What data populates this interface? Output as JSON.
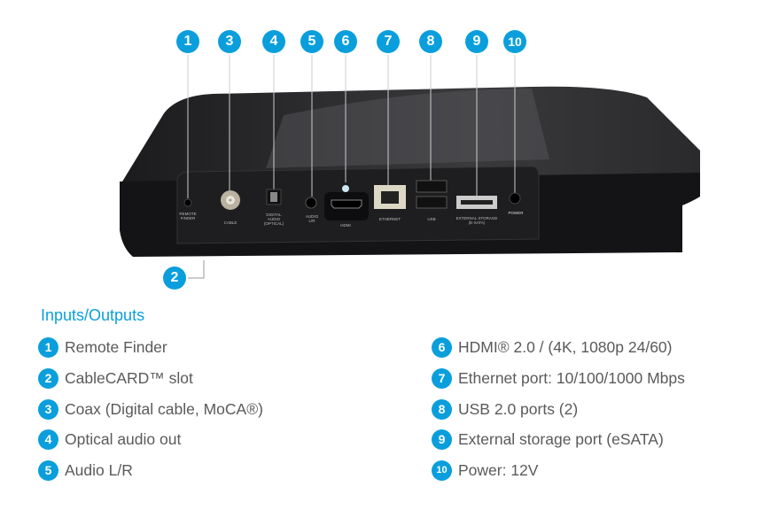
{
  "markers": [
    "1",
    "2",
    "3",
    "4",
    "5",
    "6",
    "7",
    "8",
    "9",
    "10"
  ],
  "port_labels": {
    "remote_finder": "REMOTE\nFINDER",
    "cable": "CABLE",
    "digital_audio": "DIGITAL\nAUDIO\n(OPTICAL)",
    "audio": "AUDIO\nL/R",
    "hdmi": "HDMI",
    "ethernet": "ETHERNET",
    "usb": "USB",
    "external_storage": "EXTERNAL STORAGE\n(E-SATA)",
    "power": "POWER"
  },
  "section_title": "Inputs/Outputs",
  "items": [
    {
      "num": "1",
      "text": "Remote Finder"
    },
    {
      "num": "2",
      "text": "CableCARD™ slot"
    },
    {
      "num": "3",
      "text": "Coax (Digital cable, MoCA®)"
    },
    {
      "num": "4",
      "text": "Optical audio out"
    },
    {
      "num": "5",
      "text": "Audio L/R"
    },
    {
      "num": "6",
      "text": "HDMI® 2.0 / (4K, 1080p 24/60)"
    },
    {
      "num": "7",
      "text": "Ethernet port: 10/100/1000 Mbps"
    },
    {
      "num": "8",
      "text": "USB 2.0 ports (2)"
    },
    {
      "num": "9",
      "text": "External storage port (eSATA)"
    },
    {
      "num": "10",
      "text": "Power: 12V"
    }
  ],
  "colors": {
    "accent": "#0a9fdc",
    "text": "#5a5a5a",
    "device": "#1c1c1e"
  }
}
